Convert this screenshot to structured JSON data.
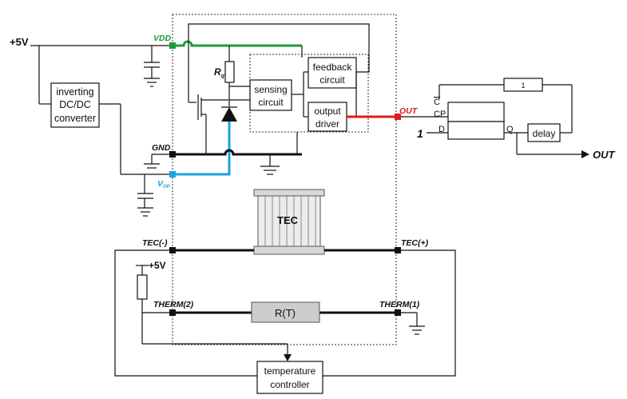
{
  "colors": {
    "vdd_line": "#1a9e3a",
    "vop_line": "#1aa3e0",
    "out_line": "#e01a1a",
    "tec_fill": "#d8d8d8",
    "rt_fill": "#cccccc"
  },
  "labels": {
    "supply_left": "+5V",
    "vdd": "VDD",
    "gnd": "GND",
    "vop_main": "V",
    "vop_sub": "OP",
    "rq_main": "R",
    "rq_sub": "q",
    "out_pin": "OUT",
    "tec_minus": "TEC(-)",
    "tec_plus": "TEC(+)",
    "therm2": "THERM(2)",
    "therm1": "THERM(1)",
    "supply_therm": "+5V",
    "input_one": "1",
    "out_final": "OUT"
  },
  "blocks": {
    "converter": [
      "inverting",
      "DC/DC",
      "converter"
    ],
    "sensing": [
      "sensing",
      "circuit"
    ],
    "feedback": [
      "feedback",
      "circuit"
    ],
    "output_driver": [
      "output",
      "driver"
    ],
    "tec": "TEC",
    "rt": "R(T)",
    "temp_controller": [
      "temperature",
      "controller"
    ],
    "delay": "delay",
    "oneshot": "1"
  },
  "flipflop": {
    "clear": "C",
    "clock": "CP",
    "data": "D",
    "q": "Q"
  },
  "icons": {
    "ground": "ground-icon",
    "capacitor": "capacitor-icon",
    "diode": "diode-icon",
    "transistor": "transistor-icon",
    "resistor": "resistor-icon",
    "arrow": "arrow-icon"
  }
}
